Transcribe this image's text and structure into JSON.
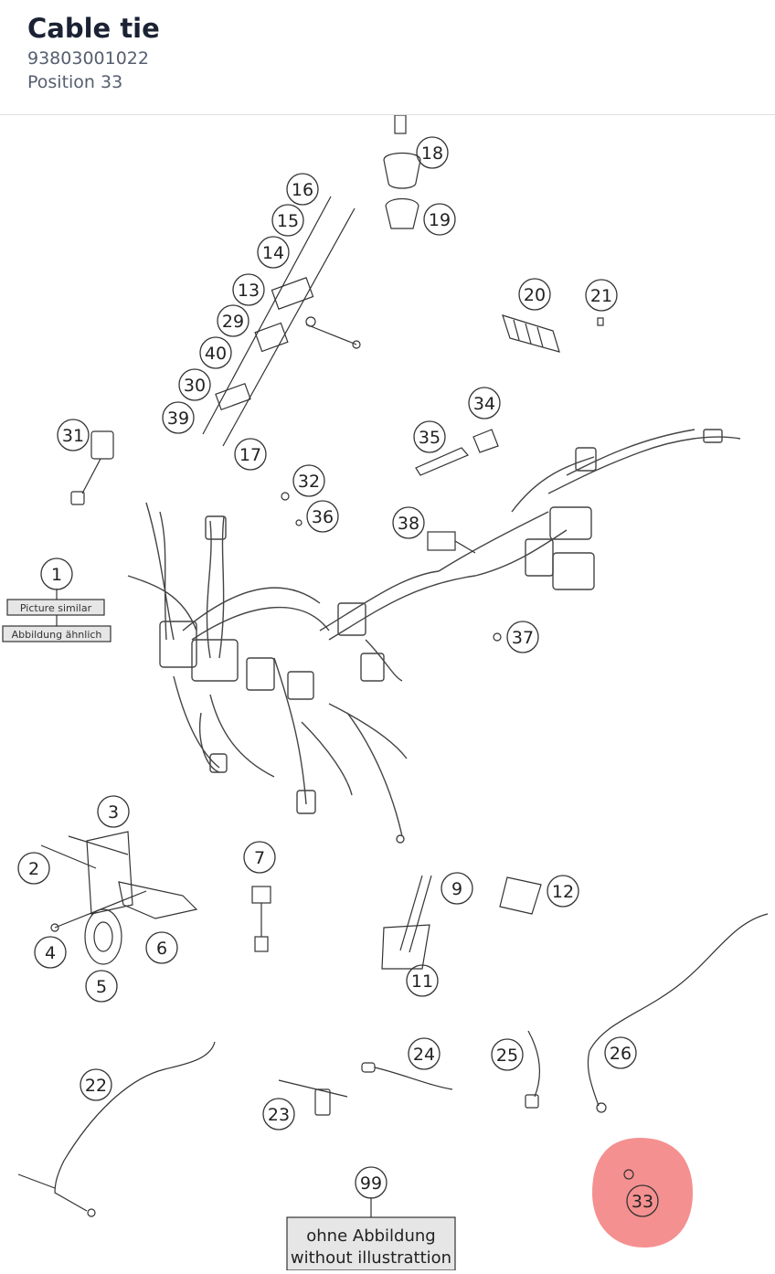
{
  "header": {
    "title": "Cable tie",
    "part_number": "93803001022",
    "position_label": "Position 33"
  },
  "diagram": {
    "highlight_color": "#f37c7c",
    "selected_position": "33",
    "notes": {
      "picture_similar": "Picture similar",
      "abbildung_aehnlich": "Abbildung ähnlich",
      "ohne_abbildung": "ohne Abbildung",
      "without_illustration": "without illustrattion"
    },
    "callouts": [
      "1",
      "2",
      "3",
      "4",
      "5",
      "6",
      "7",
      "9",
      "11",
      "12",
      "13",
      "14",
      "15",
      "16",
      "17",
      "18",
      "19",
      "20",
      "21",
      "22",
      "23",
      "24",
      "25",
      "26",
      "29",
      "30",
      "31",
      "32",
      "33",
      "34",
      "35",
      "36",
      "37",
      "38",
      "39",
      "40",
      "99"
    ]
  }
}
